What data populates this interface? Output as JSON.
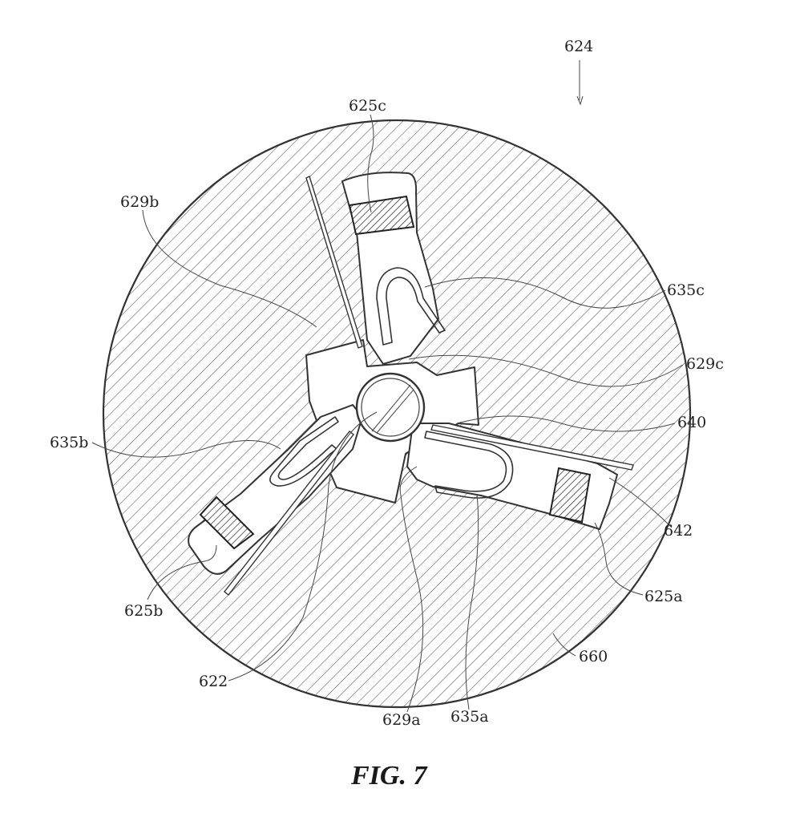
{
  "figure": {
    "caption": "FIG. 7",
    "assembly_label": "624",
    "labels": {
      "625c": "625c",
      "629b": "629b",
      "635c": "635c",
      "629c": "629c",
      "640": "640",
      "635b": "635b",
      "642": "642",
      "625a": "625a",
      "625b": "625b",
      "660": "660",
      "622": "622",
      "629a": "629a",
      "635a": "635a"
    }
  }
}
